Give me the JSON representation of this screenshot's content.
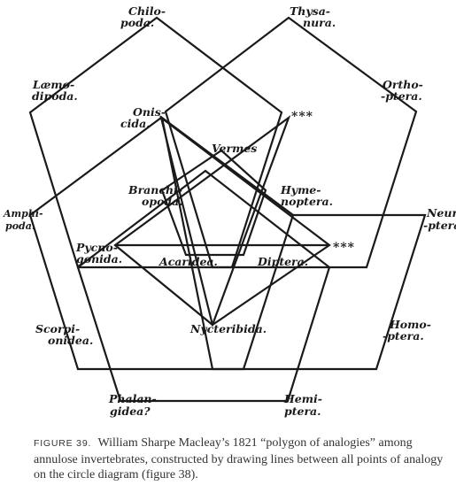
{
  "diagram": {
    "labels": {
      "chilopoda": [
        "Chilo-",
        "poda."
      ],
      "thysanura": [
        "Thysa-",
        "nura."
      ],
      "lamodipoda": [
        "Læmo-",
        "dipoda."
      ],
      "orthoptera": [
        "Ortho-",
        "-ptera."
      ],
      "oniscida": [
        "Onis-",
        "cida."
      ],
      "vermes": "Vermes",
      "branchiopoda": [
        "Branchi-",
        "opoda."
      ],
      "hymenoptera": [
        "Hyme-",
        "noptera."
      ],
      "amphipoda": [
        "Amphi-",
        "poda."
      ],
      "neuroptera": [
        "Neuro-",
        "-ptera."
      ],
      "pycnogonida": [
        "Pycno-",
        "gonida."
      ],
      "acaridea": "Acaridea.",
      "diptera": "Diptera.",
      "scorpionidea": [
        "Scorpi-",
        "onidea."
      ],
      "nycteribida": "Nycteribida.",
      "homoptera": [
        "Homo-",
        "-ptera."
      ],
      "phalangidea": [
        "Phalan-",
        "gidea?"
      ],
      "hemiptera": [
        "Hemi-",
        "ptera."
      ]
    },
    "stars_top": "***",
    "stars_right": "***"
  },
  "caption": {
    "label": "FIGURE 39.",
    "text": "William Sharpe Macleay’s 1821 “polygon of analogies” among annulose invertebrates, constructed by drawing lines between all points of analogy on the circle diagram (figure 38)."
  }
}
